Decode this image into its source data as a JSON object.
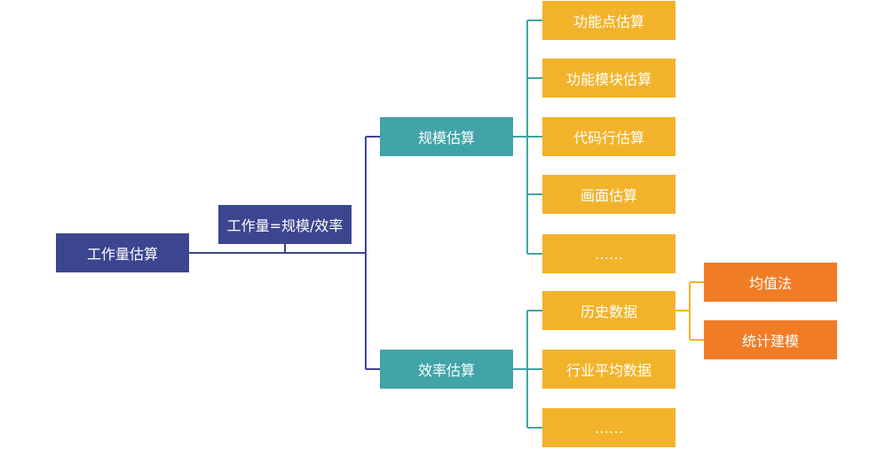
{
  "root": {
    "label": "工作量估算"
  },
  "formula": {
    "label": "工作量=规模/效率"
  },
  "scale": {
    "label": "规模估算",
    "children": [
      "功能点估算",
      "功能模块估算",
      "代码行估算",
      "画面估算",
      "……"
    ]
  },
  "efficiency": {
    "label": "效率估算",
    "children": [
      "历史数据",
      "行业平均数据",
      "……"
    ],
    "history_children": [
      "均值法",
      "统计建模"
    ]
  },
  "colors": {
    "navy": "#3c4590",
    "teal": "#42a4a8",
    "gold": "#f2b32a",
    "orange": "#f07c26"
  }
}
